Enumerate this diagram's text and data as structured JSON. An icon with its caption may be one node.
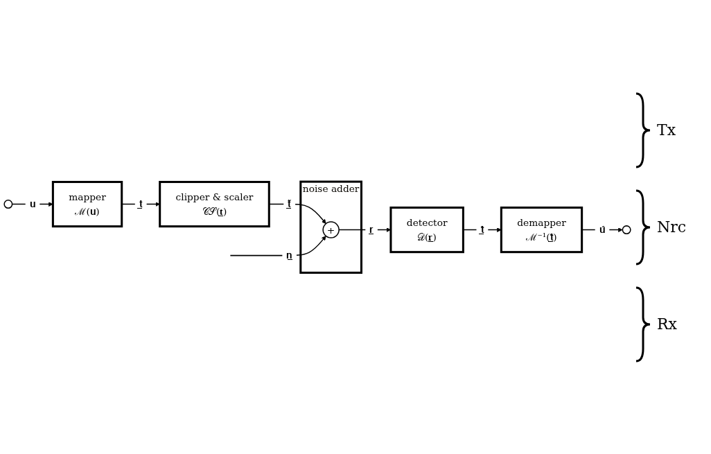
{
  "diagram": {
    "nodes": [
      {
        "text": [],
        "shape": "circle"
      },
      {
        "text": [
          "mapper",
          "ℳ(𝐮)"
        ]
      },
      {
        "text": [
          "clipper & scaler",
          "𝒞𝒮(𝐭̲)"
        ]
      },
      {
        "text": [
          "noise adder"
        ]
      },
      {
        "text": [
          "+"
        ],
        "in": 3
      },
      {
        "text": [
          "detector",
          "𝒟(𝐫̲)"
        ]
      },
      {
        "text": [
          "demapper",
          "ℳ⁻¹(𝐭̲̂)"
        ]
      },
      {
        "text": [],
        "shape": "circle"
      }
    ],
    "edges": [
      {
        "from": 0,
        "to": 1,
        "arrow": "to",
        "label": "𝐮"
      },
      {
        "from": 1,
        "to": 2,
        "arrow": "to",
        "label": "𝐭̲"
      },
      {
        "from": 2,
        "to": 4,
        "arrow": "to",
        "label": "𝐭̲̃"
      },
      {
        "from": null,
        "to": 4,
        "arrow": "to",
        "label": "𝐧̲"
      },
      {
        "from": 4,
        "to": 5,
        "arrow": "to",
        "label": "𝐫̲"
      },
      {
        "from": 5,
        "to": 6,
        "arrow": "to",
        "label": "𝐭̲̂"
      },
      {
        "from": 6,
        "to": 7,
        "arrow": "to",
        "label": "𝐮̂"
      }
    ],
    "labels": [
      "Tx",
      "Nrc",
      "Rx"
    ]
  }
}
